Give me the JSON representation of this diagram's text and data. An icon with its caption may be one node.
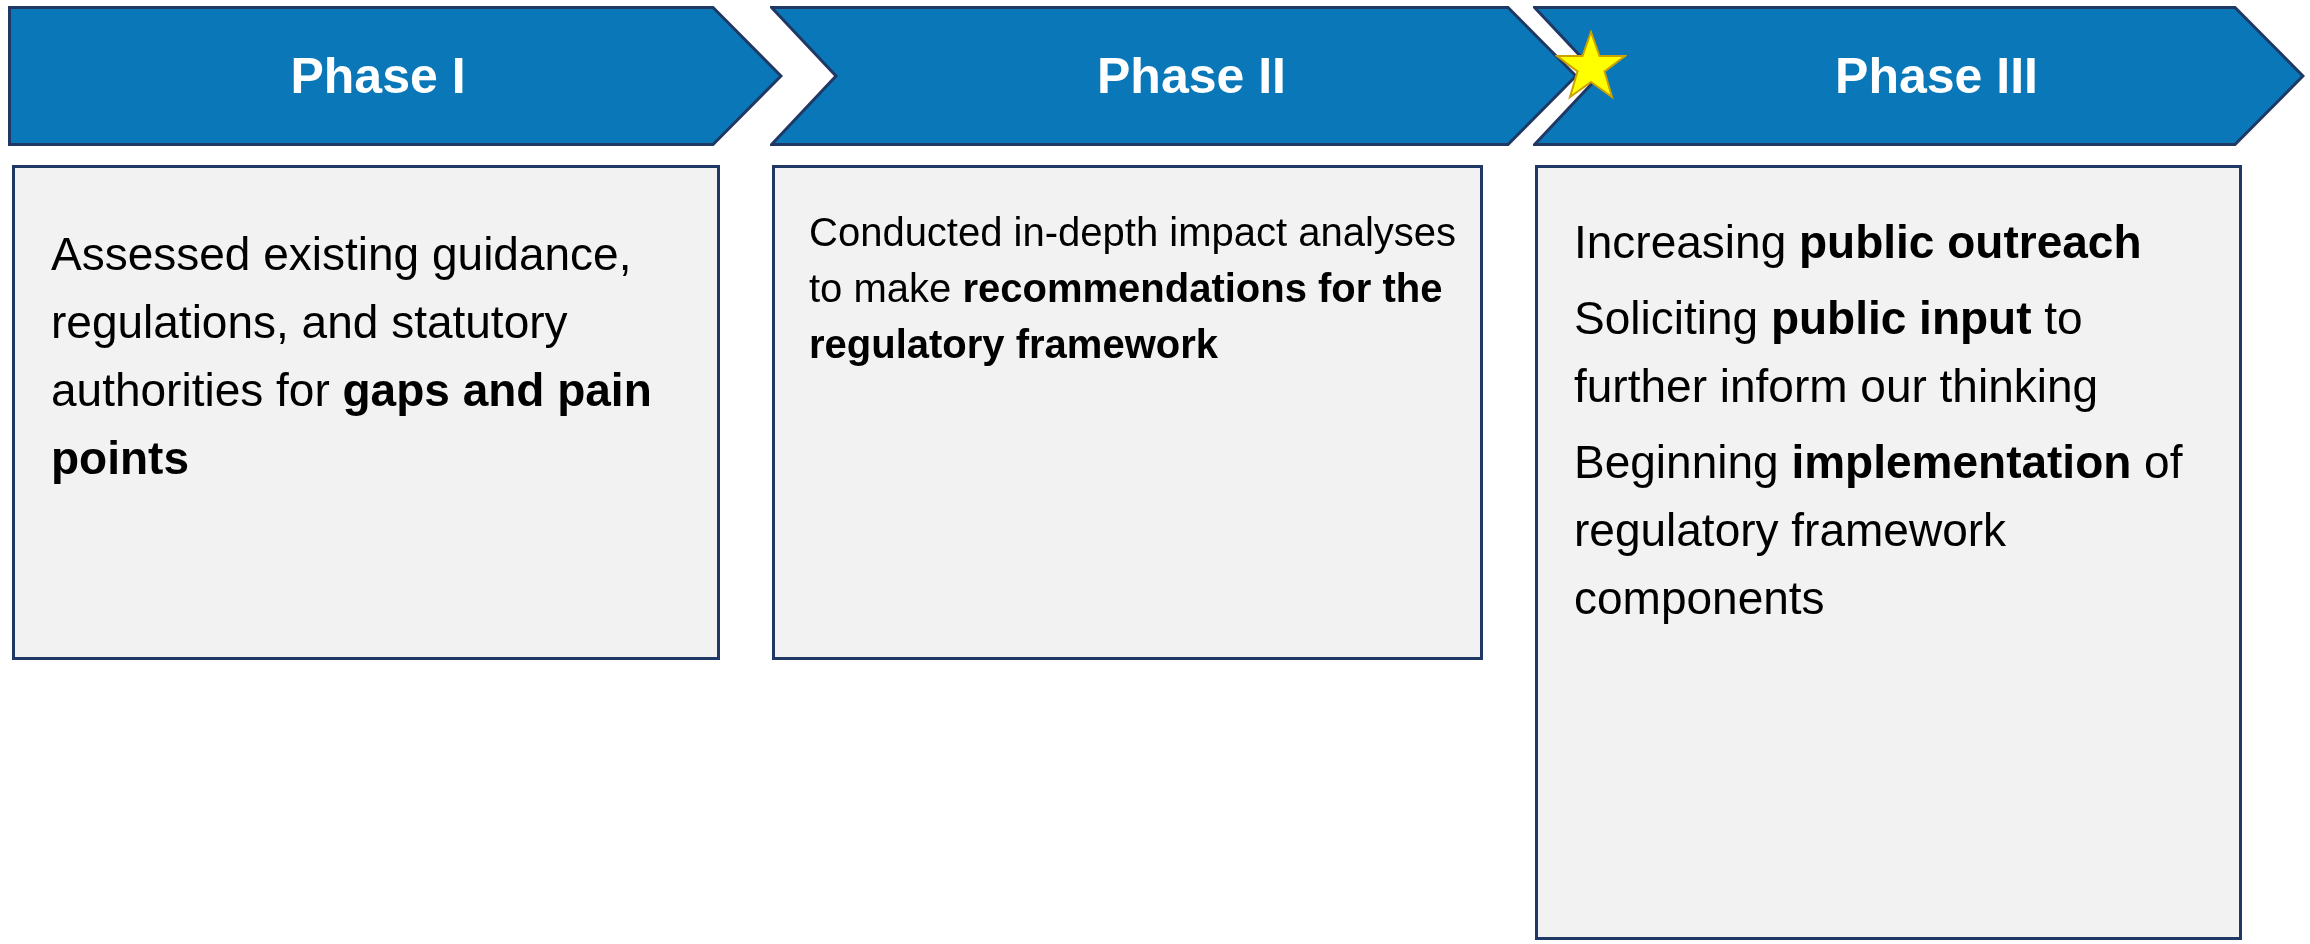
{
  "diagram": {
    "nodes": [
      {
        "text": [
          "Phase I"
        ]
      },
      {
        "text": [
          "Phase II"
        ]
      },
      {
        "text": [
          "Phase III"
        ]
      },
      {
        "text": [
          "Assessed existing guidance, regulations, and statutory authorities for **gaps and pain points**"
        ]
      },
      {
        "text": [
          "Conducted in-depth impact analyses to make **recommendations for the regulatory framework**"
        ]
      },
      {
        "text": [
          "Increasing **public outreach**",
          "Soliciting **public input** to further inform our thinking",
          "Beginning **implementation** of regulatory framework components"
        ]
      }
    ]
  }
}
